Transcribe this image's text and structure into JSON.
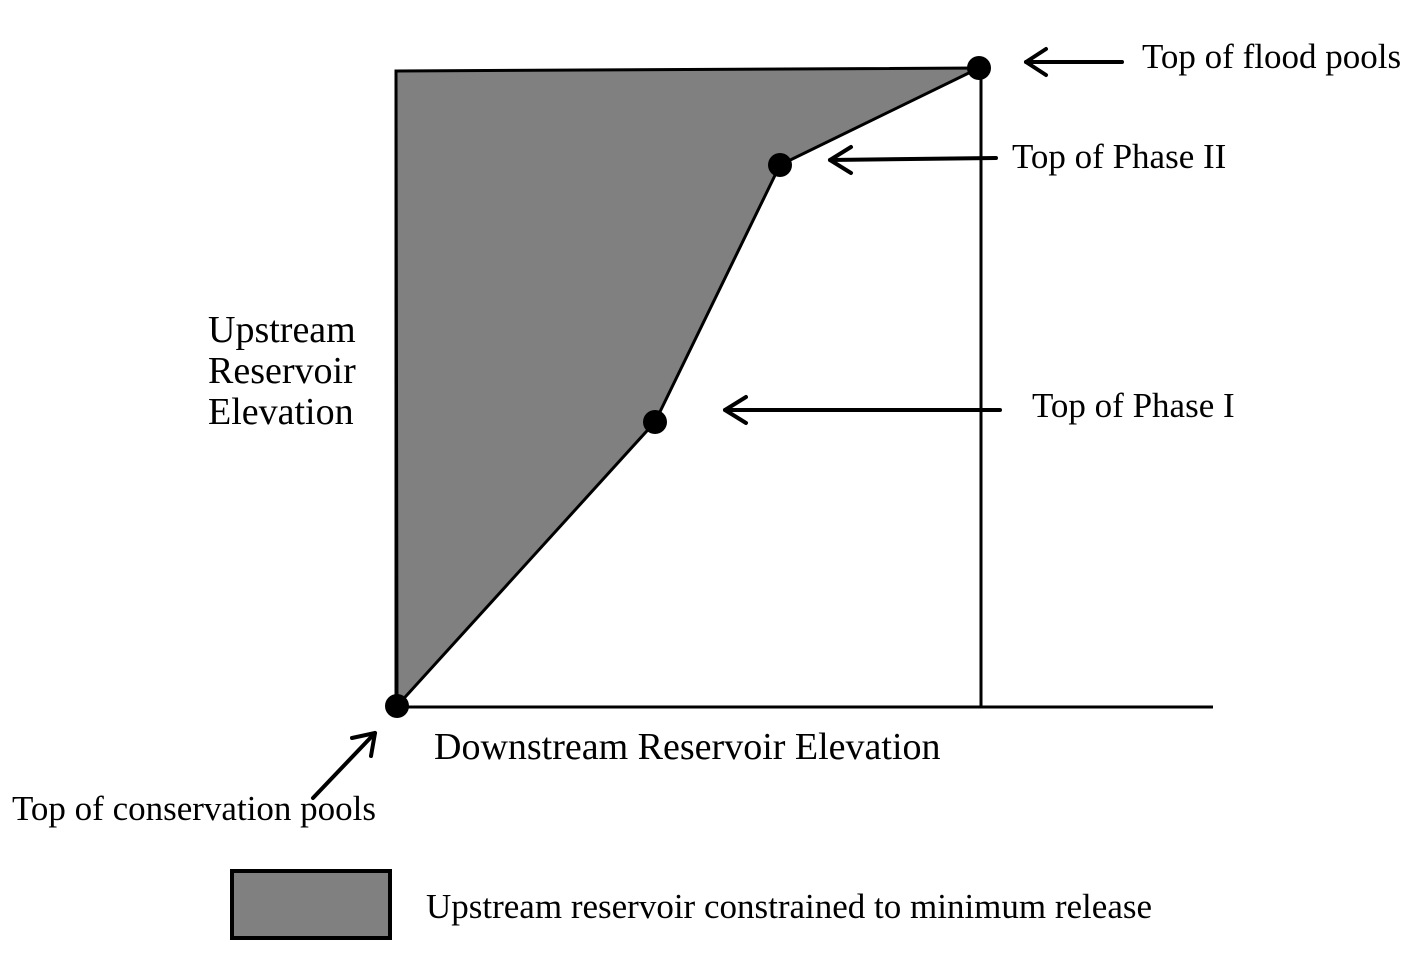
{
  "diagram": {
    "y_axis_label": [
      "Upstream",
      "Reservoir",
      "Elevation"
    ],
    "x_axis_label": "Downstream Reservoir Elevation",
    "annotations": {
      "top_of_flood_pools": "Top of flood pools",
      "top_of_phase_2": "Top of Phase II",
      "top_of_phase_1": "Top of Phase I",
      "top_of_conservation_pools": "Top of conservation pools"
    },
    "legend": {
      "shaded_region_label": "Upstream reservoir constrained to minimum release"
    },
    "colors": {
      "shaded_region": "#808080",
      "lines": "#000000",
      "background": "#ffffff"
    }
  }
}
